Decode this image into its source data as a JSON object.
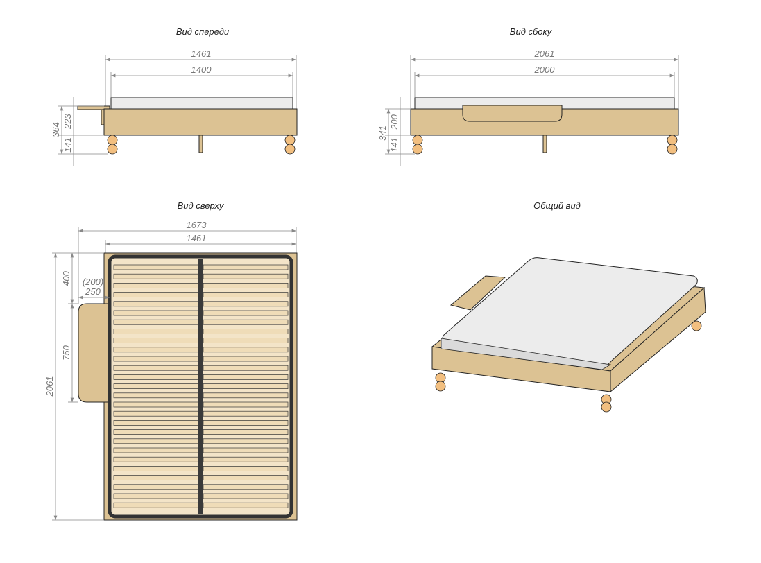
{
  "views": {
    "front": {
      "title": "Вид спереди",
      "dims": {
        "overall_width": "1461",
        "mattress_width": "1400",
        "total_height": "364",
        "frame_height": "223",
        "leg_height": "141"
      }
    },
    "side": {
      "title": "Вид сбоку",
      "dims": {
        "overall_length": "2061",
        "mattress_length": "2000",
        "total_height": "341",
        "frame_height": "200",
        "leg_height": "141"
      }
    },
    "top": {
      "title": "Вид сверху",
      "dims": {
        "width_with_table": "1673",
        "frame_width": "1461",
        "length": "2061",
        "table_offset": "400",
        "table_length": "750",
        "table_depth_alt": "(200)",
        "table_depth": "250"
      }
    },
    "iso": {
      "title": "Общий вид"
    }
  },
  "colors": {
    "wood": "#dcc293",
    "mattress": "#ececec",
    "legs": "#f2bf80",
    "slat_holder": "#3a3a3a"
  }
}
